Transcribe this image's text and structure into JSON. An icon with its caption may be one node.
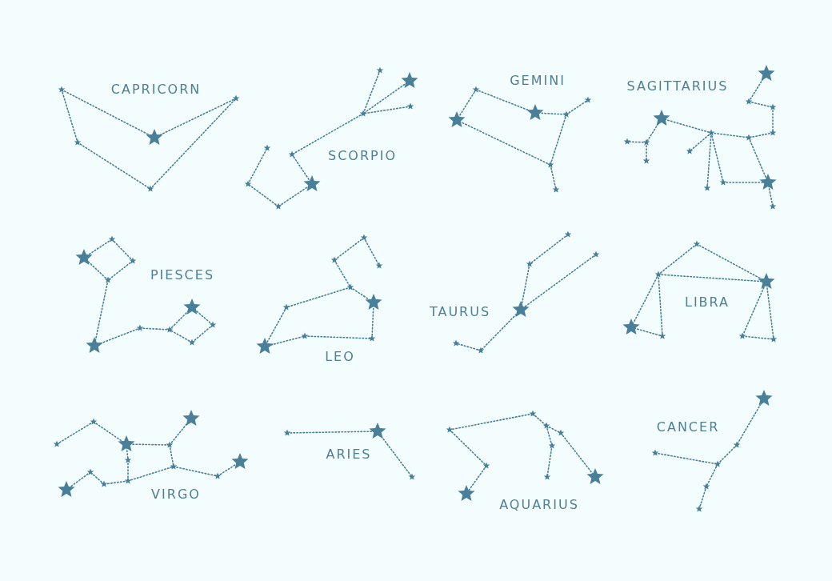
{
  "diagram": {
    "labels": [
      "CAPRICORN",
      "SCORPIO",
      "GEMINI",
      "SAGITTARIUS",
      "PIESCES",
      "LEO",
      "TAURUS",
      "LIBRA",
      "VIRGO",
      "ARIES",
      "AQUARIUS",
      "CANCER"
    ]
  }
}
